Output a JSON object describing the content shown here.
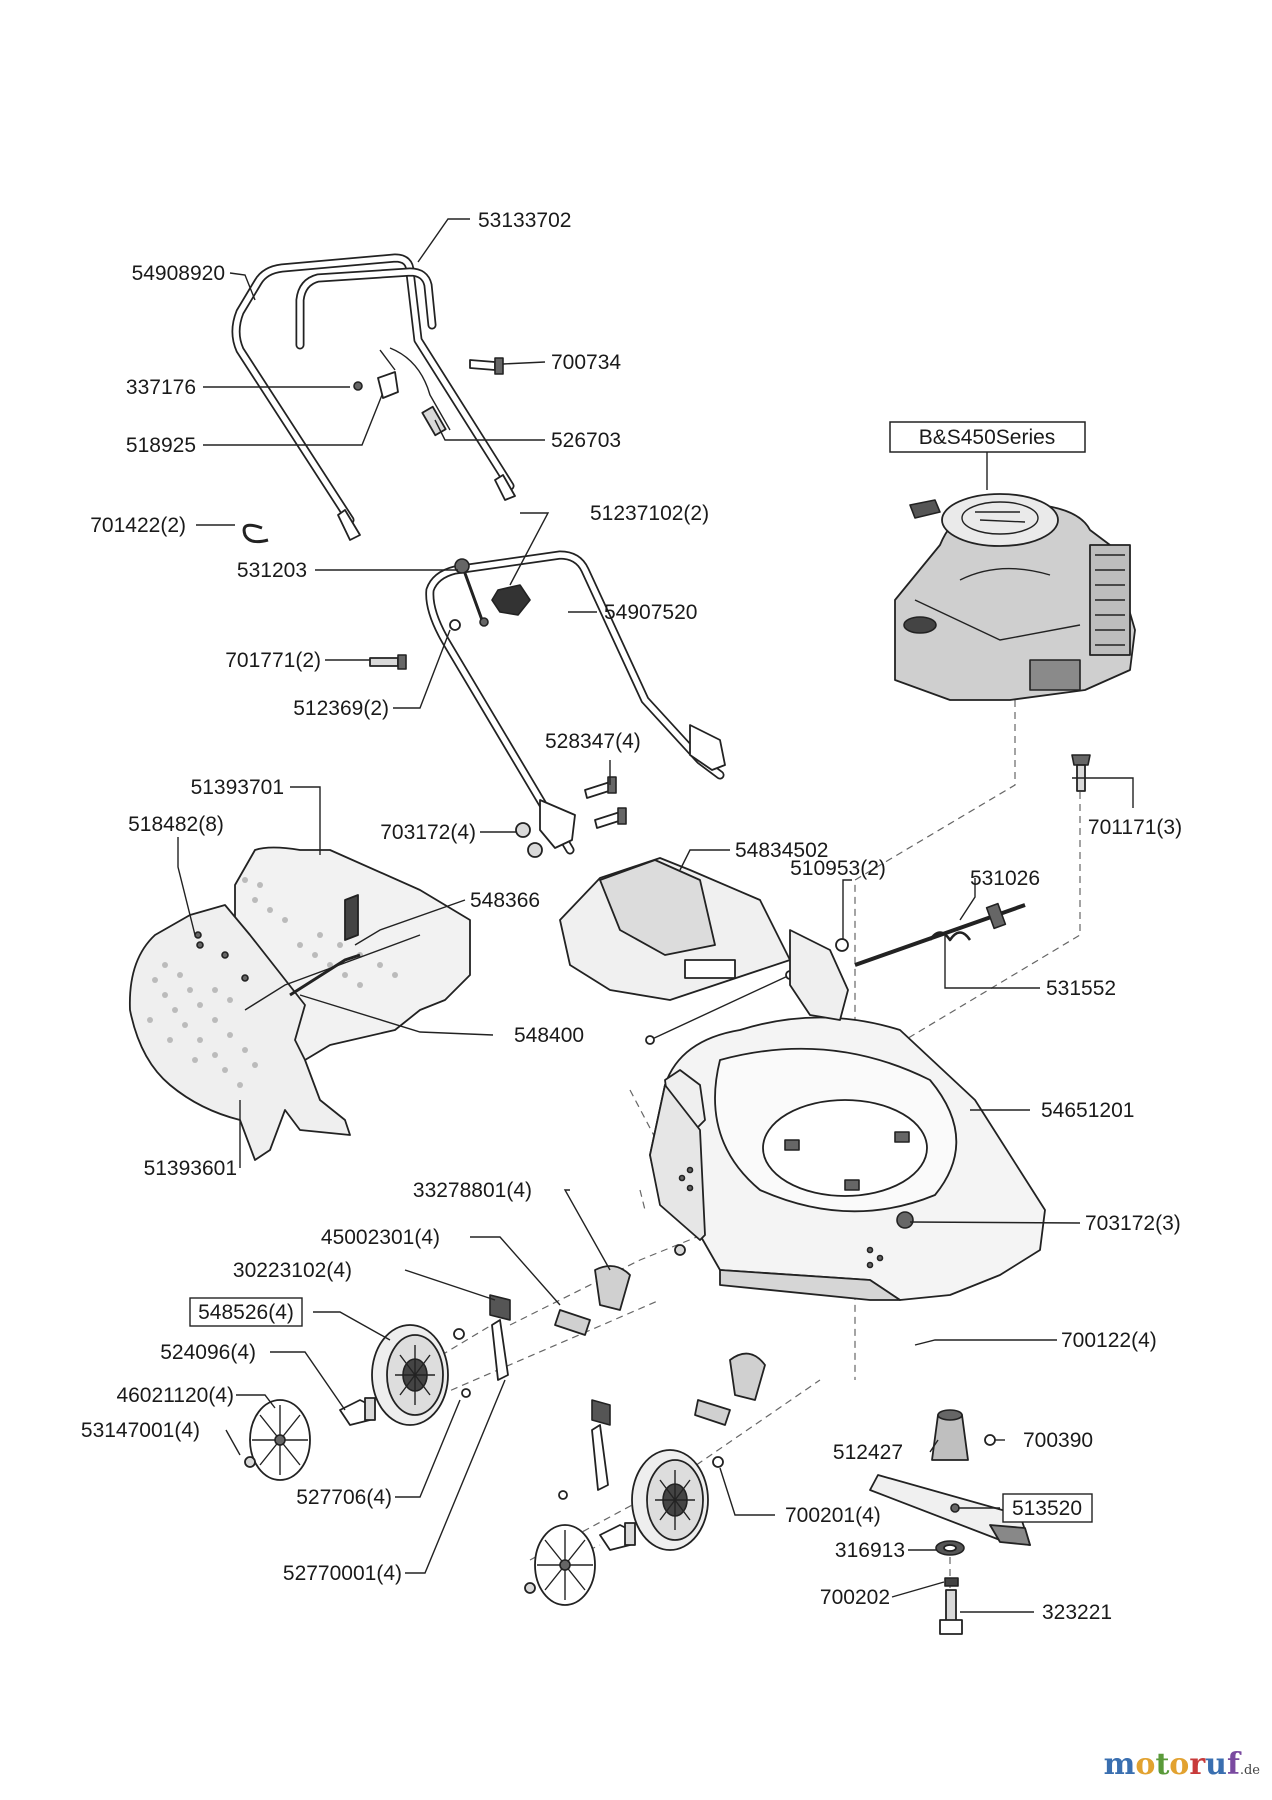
{
  "engine_box": "B&S450Series",
  "labels": {
    "p53133702": "53133702",
    "p54908920": "54908920",
    "p700734": "700734",
    "p337176": "337176",
    "p518925": "518925",
    "p526703": "526703",
    "p701422": "701422(2)",
    "p51237102": "51237102(2)",
    "p531203": "531203",
    "p54907520": "54907520",
    "p701771": "701771(2)",
    "p512369": "512369(2)",
    "p528347": "528347(4)",
    "p51393701": "51393701",
    "p518482": "518482(8)",
    "p703172_4": "703172(4)",
    "p54834502": "54834502",
    "p701171": "701171(3)",
    "p548366": "548366",
    "p531026": "531026",
    "p510953": "510953(2)",
    "p531552": "531552",
    "p548400": "548400",
    "p54651201": "54651201",
    "p51393601": "51393601",
    "p33278801": "33278801(4)",
    "p703172_3": "703172(3)",
    "p45002301": "45002301(4)",
    "p30223102": "30223102(4)",
    "p548526": "548526(4)",
    "p700122": "700122(4)",
    "p524096": "524096(4)",
    "p46021120": "46021120(4)",
    "p53147001": "53147001(4)",
    "p512427": "512427",
    "p700390": "700390",
    "p513520": "513520",
    "p527706": "527706(4)",
    "p700201": "700201(4)",
    "p316913": "316913",
    "p700202": "700202",
    "p323221": "323221",
    "p52770001": "52770001(4)"
  },
  "brand": {
    "m": "m",
    "o1": "o",
    "t": "t",
    "o2": "o",
    "r": "r",
    "u": "u",
    "f": "f",
    "de": ".de"
  },
  "colors": {
    "line": "#222222",
    "fill_grey": "#d9d9d9",
    "dark": "#666666"
  }
}
